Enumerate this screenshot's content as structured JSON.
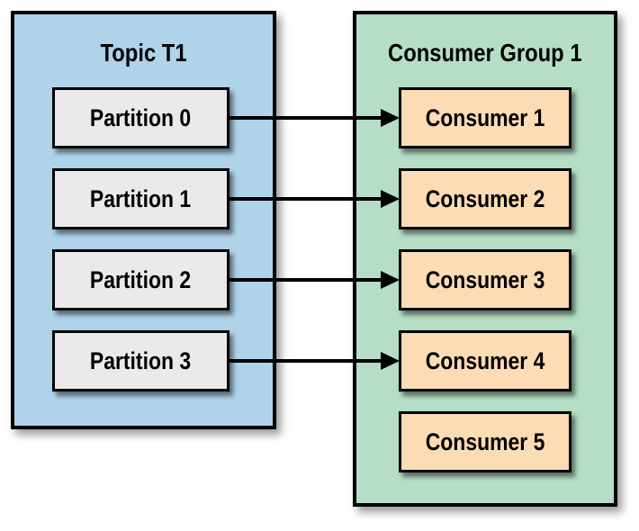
{
  "topic": {
    "title": "Topic T1",
    "partitions": [
      {
        "label": "Partition 0"
      },
      {
        "label": "Partition 1"
      },
      {
        "label": "Partition 2"
      },
      {
        "label": "Partition 3"
      }
    ]
  },
  "consumer_group": {
    "title": "Consumer Group 1",
    "consumers": [
      {
        "label": "Consumer 1"
      },
      {
        "label": "Consumer 2"
      },
      {
        "label": "Consumer 3"
      },
      {
        "label": "Consumer 4"
      },
      {
        "label": "Consumer 5"
      }
    ]
  },
  "connections": [
    {
      "from": "Partition 0",
      "to": "Consumer 1"
    },
    {
      "from": "Partition 1",
      "to": "Consumer 2"
    },
    {
      "from": "Partition 2",
      "to": "Consumer 3"
    },
    {
      "from": "Partition 3",
      "to": "Consumer 4"
    }
  ],
  "colors": {
    "topic_box_fill": "#AFD4EA",
    "consumer_group_fill": "#B6DEC6",
    "partition_fill": "#EAEAEA",
    "consumer_fill": "#FBDCB4",
    "border": "#000000",
    "background": "#FFFFFF"
  }
}
